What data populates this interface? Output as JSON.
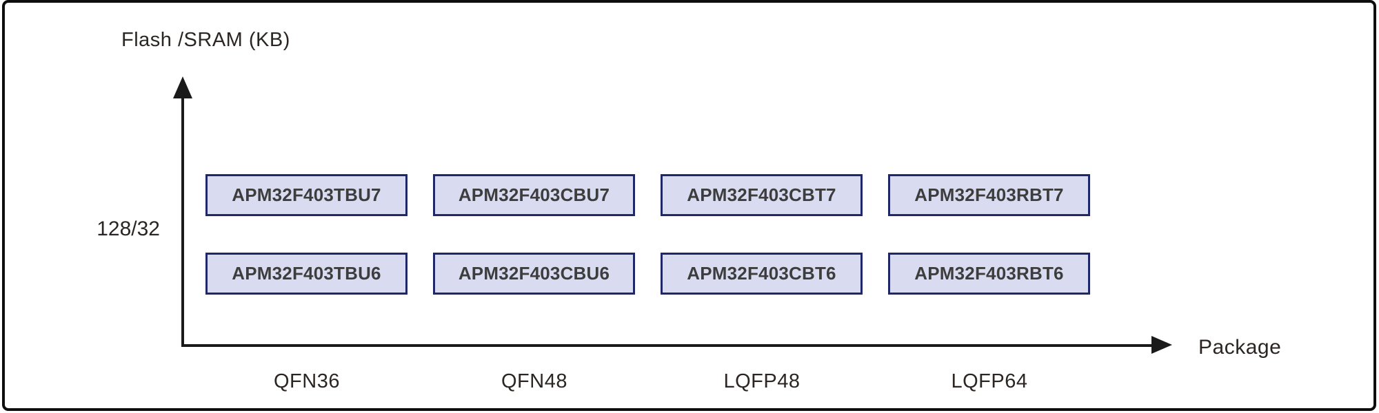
{
  "diagram": {
    "title_context": "APM32F403 product lineup",
    "y_axis": {
      "title": "Flash /SRAM (KB)",
      "tick": "128/32"
    },
    "x_axis": {
      "title": "Package",
      "categories": [
        "QFN36",
        "QFN48",
        "LQFP48",
        "LQFP64"
      ]
    },
    "rows": [
      {
        "parts": [
          "APM32F403TBU7",
          "APM32F403CBU7",
          "APM32F403CBT7",
          "APM32F403RBT7"
        ]
      },
      {
        "parts": [
          "APM32F403TBU6",
          "APM32F403CBU6",
          "APM32F403CBT6",
          "APM32F403RBT6"
        ]
      }
    ],
    "colors": {
      "box_fill": "#d9dcf0",
      "box_border": "#1f2768",
      "box_text": "#3d3d3d",
      "axis": "#1a1a1a",
      "label_text": "#2b2523",
      "frame": "#0e0e0e"
    }
  }
}
